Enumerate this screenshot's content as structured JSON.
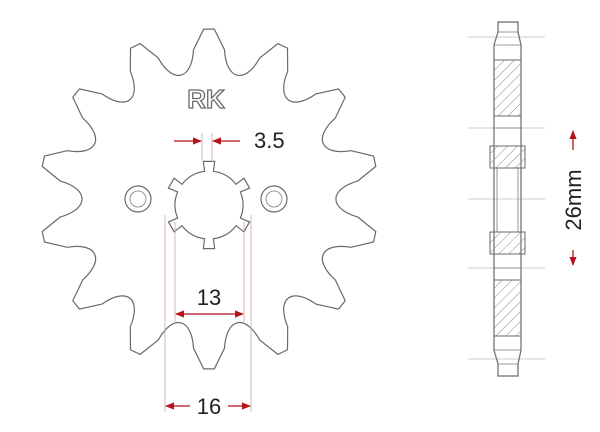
{
  "drawing": {
    "brand_logo": "RK",
    "teeth_count": 14,
    "dimensions": {
      "spline_width": "3.5",
      "inner_diameter": "13",
      "outer_diameter": "16",
      "thickness": "26mm"
    }
  },
  "colors": {
    "outline": "#6a6a6a",
    "dimension": "#b5121b",
    "text": "#222222"
  }
}
